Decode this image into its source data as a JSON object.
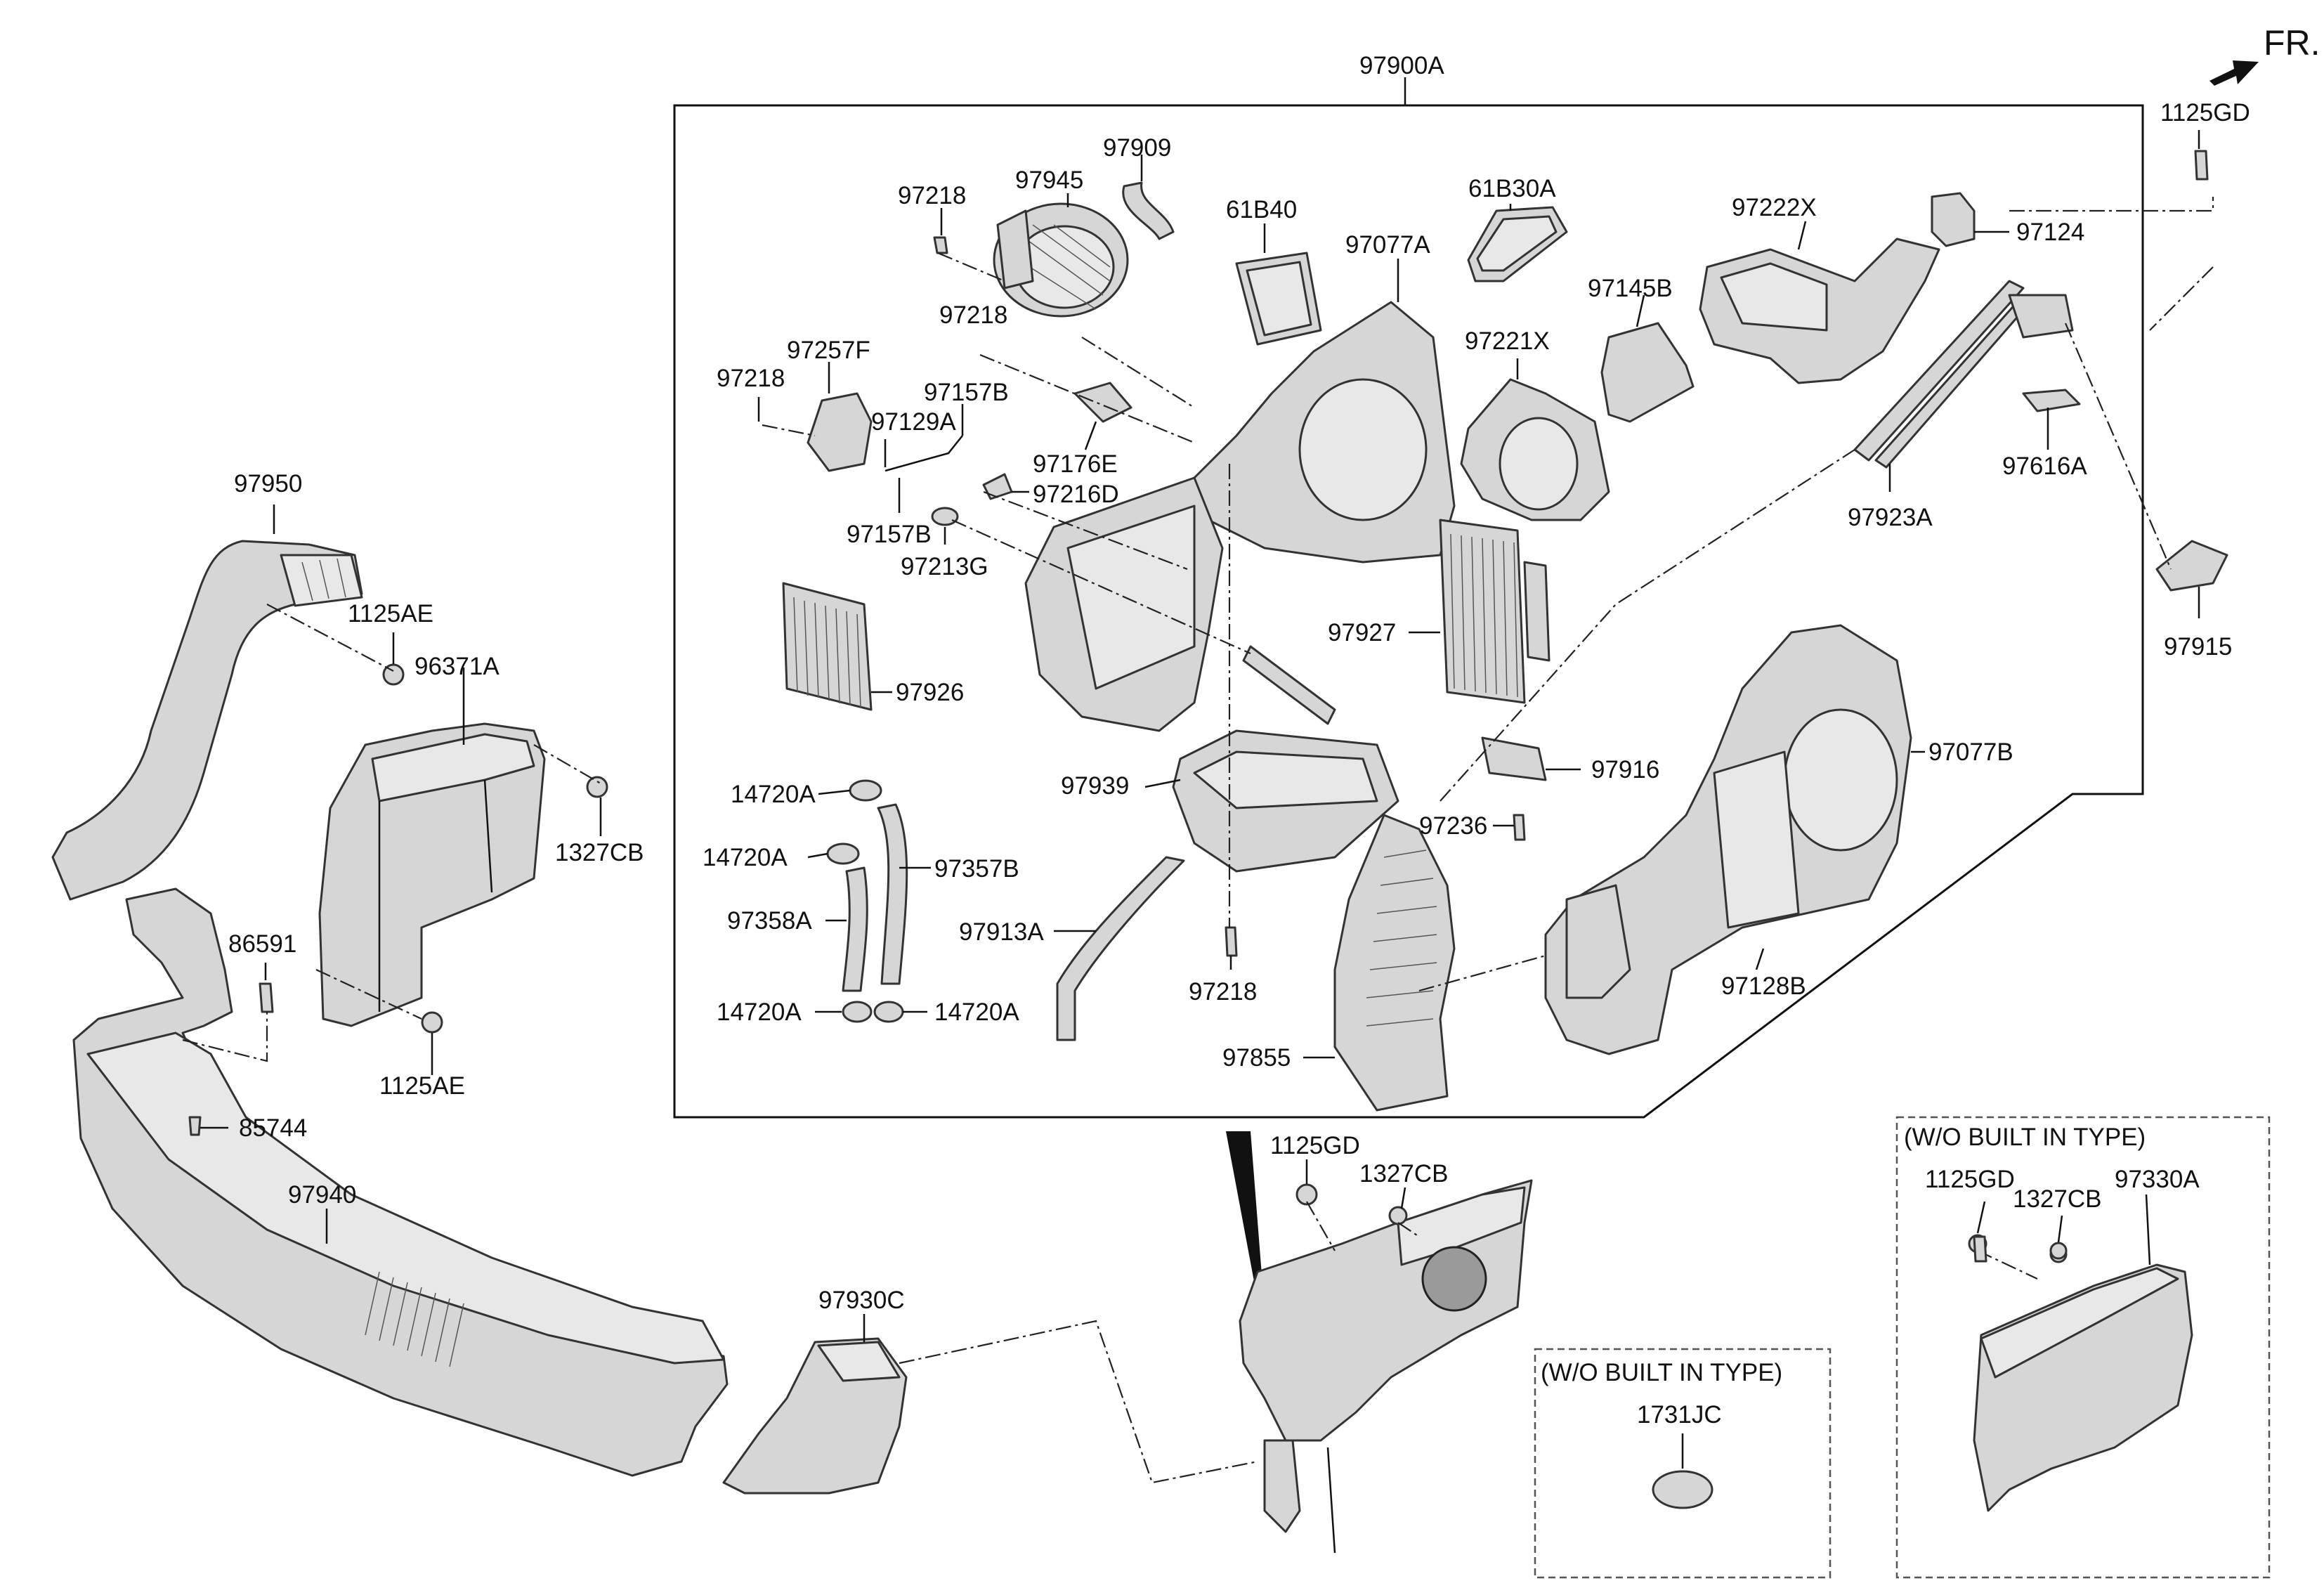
{
  "direction": {
    "label": "FR."
  },
  "main_assembly": {
    "part_no": "97900A"
  },
  "callouts": {
    "c97218_a": "97218",
    "c97945": "97945",
    "c97909": "97909",
    "c97218_b": "97218",
    "c61B40": "61B40",
    "c97077A": "97077A",
    "c61B30A": "61B30A",
    "c97222X": "97222X",
    "c97124": "97124",
    "c1125GD_top": "1125GD",
    "c97145B": "97145B",
    "c97221X": "97221X",
    "c97257F": "97257F",
    "c97218_c": "97218",
    "c97157B_a": "97157B",
    "c97129A": "97129A",
    "c97176E": "97176E",
    "c97216D": "97216D",
    "c97157B_b": "97157B",
    "c97213G": "97213G",
    "c97616A": "97616A",
    "c97923A": "97923A",
    "c97915": "97915",
    "c97927": "97927",
    "c97926": "97926",
    "c97939": "97939",
    "c97916": "97916",
    "c97077B": "97077B",
    "c14720A_a": "14720A",
    "c14720A_b": "14720A",
    "c97357B": "97357B",
    "c97358A": "97358A",
    "c97913A": "97913A",
    "c97236": "97236",
    "c97218_d": "97218",
    "c14720A_c": "14720A",
    "c14720A_d": "14720A",
    "c97128B": "97128B",
    "c97855": "97855",
    "c97950": "97950",
    "c1125AE_a": "1125AE",
    "c96371A": "96371A",
    "c1327CB_a": "1327CB",
    "c86591": "86591",
    "c1125AE_b": "1125AE",
    "c85744": "85744",
    "c97940": "97940",
    "c97930C": "97930C",
    "c1125GD_mid": "1125GD",
    "c1327CB_mid": "1327CB"
  },
  "variant_boxes": {
    "small": {
      "title": "(W/O BUILT IN TYPE)",
      "part": "1731JC"
    },
    "large": {
      "title": "(W/O BUILT IN TYPE)",
      "p1": "1125GD",
      "p2": "1327CB",
      "p3": "97330A"
    }
  },
  "colors": {
    "part_fill": "#d6d6d6",
    "line": "#111111",
    "background": "#ffffff"
  }
}
